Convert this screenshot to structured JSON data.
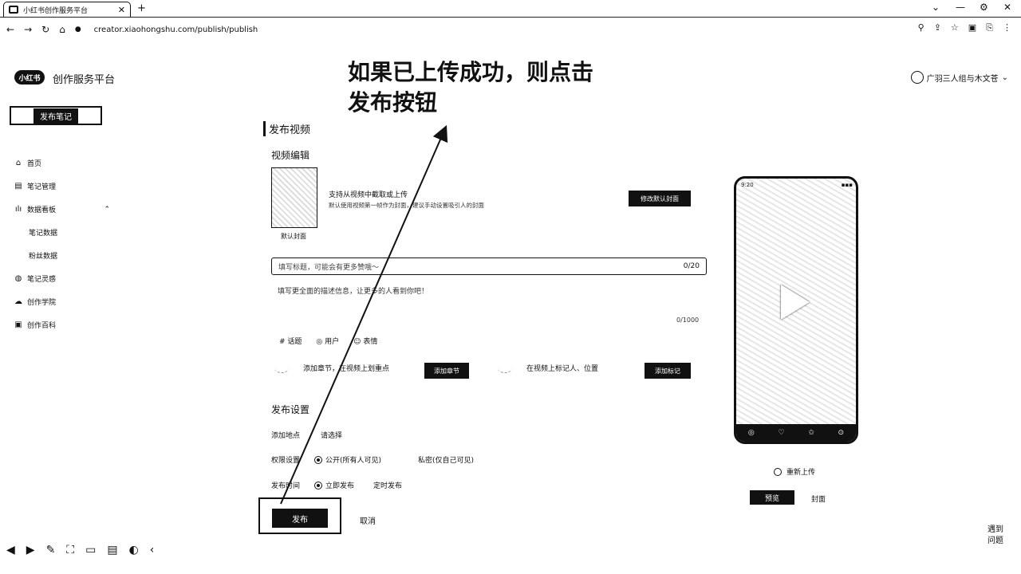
{
  "browser": {
    "tab_title": "小红书创作服务平台",
    "tab_close": "✕",
    "new_tab": "+",
    "url": "creator.xiaohongshu.com/publish/publish",
    "win_controls": [
      "⌄",
      "—",
      "⚙",
      "✕"
    ],
    "nav": [
      "←",
      "→",
      "↻",
      "⌂"
    ],
    "right_icons": [
      "⚲",
      "⇪",
      "☆",
      "▣",
      "⎘",
      "⋮"
    ]
  },
  "header": {
    "logo": "小红书",
    "platform": "创作服务平台",
    "user_name": "广羽三人组与木文苍",
    "user_chevron": "⌄"
  },
  "sidebar": {
    "publish_note": "发布笔记",
    "items": [
      {
        "icon": "⌂",
        "label": "首页"
      },
      {
        "icon": "▤",
        "label": "笔记管理"
      },
      {
        "icon": "ılı",
        "label": "数据看板"
      },
      {
        "icon": "",
        "label": "笔记数据"
      },
      {
        "icon": "",
        "label": "粉丝数据"
      },
      {
        "icon": "◍",
        "label": "笔记灵感"
      },
      {
        "icon": "☁",
        "label": "创作学院"
      },
      {
        "icon": "▣",
        "label": "创作百科"
      }
    ],
    "chevron": "⌃"
  },
  "annotation": {
    "line1": "如果已上传成功，则点击",
    "line2": "发布按钮"
  },
  "form": {
    "section_title": "发布视频",
    "video_edit_title": "视频编辑",
    "cover_label": "默认封面",
    "upload_desc1": "支持从视频中截取或上传",
    "upload_desc2": "默认使用视频第一帧作为封面，建议手动设置吸引人的封面",
    "edit_cover_btn": "修改默认封面",
    "title_placeholder": "填写标题，可能会有更多赞哦～",
    "title_count": "0/20",
    "desc_placeholder": "填写更全面的描述信息，让更多的人看到你吧！",
    "desc_count": "0/1000",
    "tags": [
      "# 话题",
      "◎ 用户",
      "☺ 表情"
    ],
    "chapter_text": "添加章节，在视频上划重点",
    "chapter_btn": "添加章节",
    "mark_text": "在视频上标记人、位置",
    "mark_btn": "添加标记",
    "settings_title": "发布设置",
    "location_label": "添加地点",
    "location_value": "请选择",
    "permission_label": "权限设置",
    "permission_public": "公开(所有人可见)",
    "permission_private": "私密(仅自己可见)",
    "time_label": "发布时间",
    "time_now": "立即发布",
    "time_schedule": "定时发布",
    "publish_btn": "发布",
    "cancel_btn": "取消"
  },
  "preview": {
    "status_time": "9:20",
    "status_icons": "▪▪▪",
    "bottom_icons": [
      "◎",
      "♡",
      "✩",
      "⊙"
    ],
    "reupload": "重新上传",
    "tab_preview": "预览",
    "tab_cover": "封面"
  },
  "help": {
    "line1": "遇到",
    "line2": "问题"
  },
  "bottom_tools": [
    "◀",
    "▶",
    "✎",
    "⛶",
    "▭",
    "▤",
    "◐",
    "‹"
  ]
}
